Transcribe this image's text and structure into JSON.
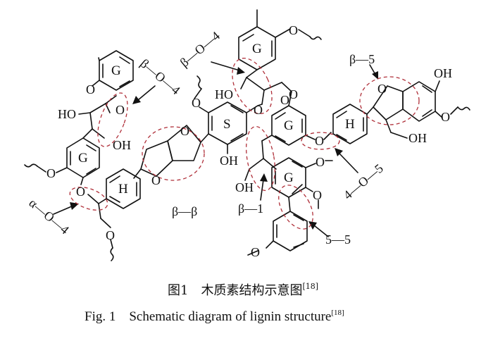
{
  "diagram": {
    "rings": {
      "g_top": "G",
      "g_upperleft": "G",
      "g_left": "G",
      "h_left": "H",
      "s_center": "S",
      "g_right": "G",
      "h_right": "H",
      "g_bottom": "G"
    },
    "atoms": {
      "o_upperleft_ring": "O",
      "ho_upperleft": "HO",
      "oh_upperleft": "OH",
      "o_ether_upperleft": "O",
      "o_left_ring": "O",
      "o_left_side": "O",
      "o_left_bottom": "O",
      "o_s_top": "O",
      "o_s_right": "O",
      "oh_s_bottom": "OH",
      "o_bicyclic_top": "O",
      "o_bicyclic_bottom": "O",
      "ho_top": "HO",
      "o_top_ring": "O",
      "o_top_chain": "O",
      "o_center_bridge": "O",
      "o_right_ether": "O",
      "oh_center": "OH",
      "o_bottom_ring1": "O",
      "o_bottom_ring2": "O",
      "o_bottom": "O",
      "o_furan": "O",
      "oh_right_top": "OH",
      "o_right_ring": "O",
      "oh_right": "OH"
    },
    "linkages": {
      "beta_o_4_top": "β—O—4",
      "beta_o_4_upperleft": "β—O—4",
      "alpha_o_4": "α—O—4",
      "beta_beta": "β—β",
      "beta_1": "β—1",
      "beta_5": "β—5",
      "four_o_5": "4—O—5",
      "five_5": "5—5"
    }
  },
  "caption": {
    "cn": "图1　木质素结构示意图",
    "cn_ref": "[18]",
    "en": "Fig. 1　Schematic diagram of lignin structure",
    "en_ref": "[18]"
  }
}
